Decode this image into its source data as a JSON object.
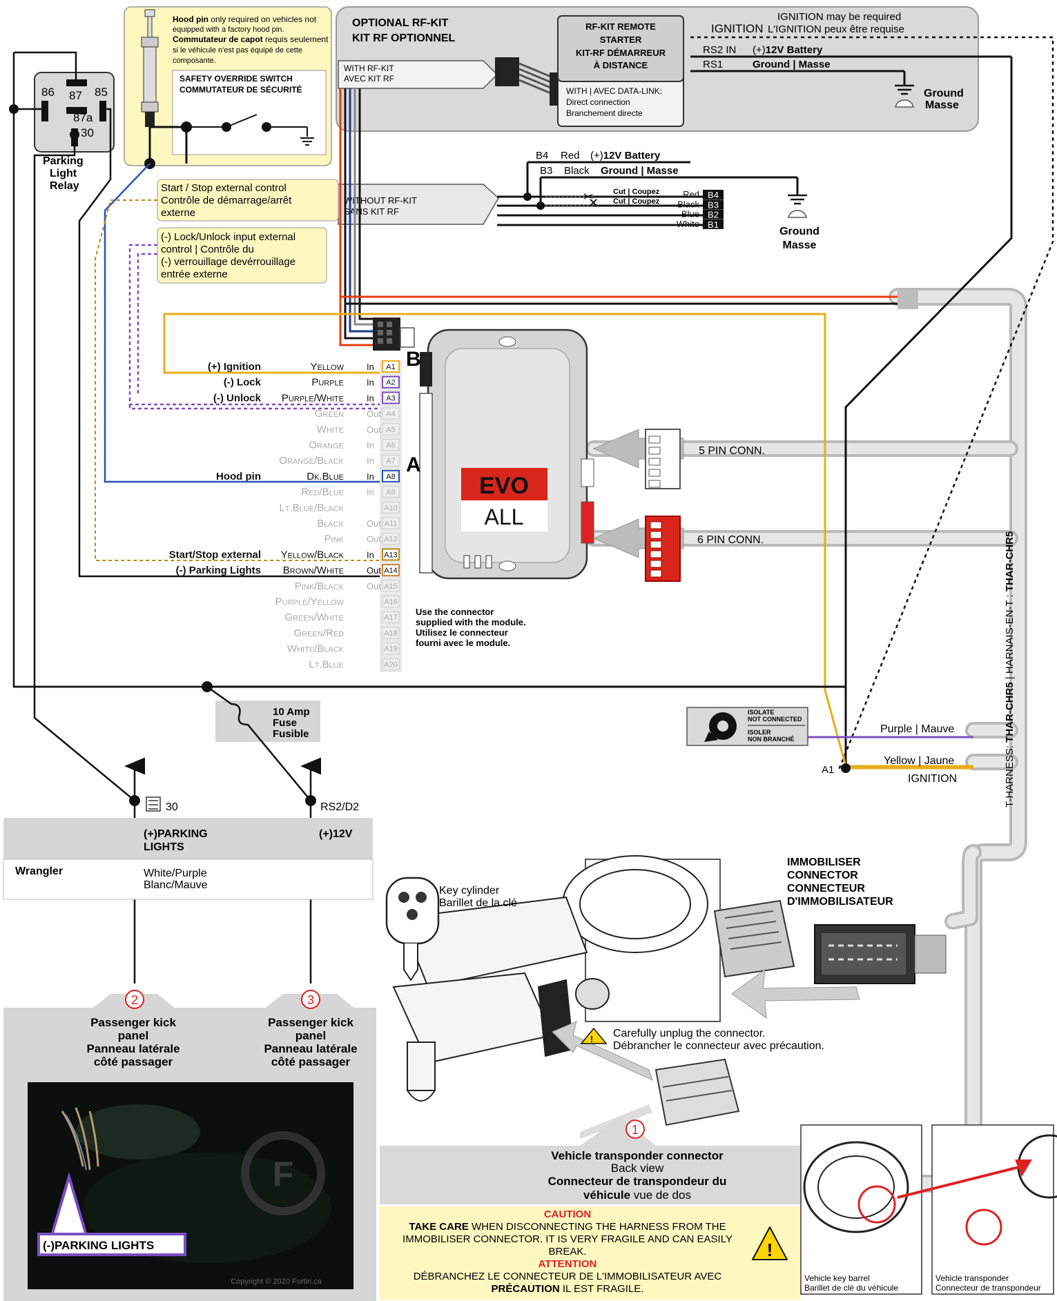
{
  "relay": {
    "pins": [
      "86",
      "87",
      "85",
      "87a",
      "30"
    ],
    "title_lines": [
      "Parking",
      "Light",
      "Relay"
    ]
  },
  "hood_pin_note": {
    "line1_bold": "Hood pin",
    "line1_rest": " only required on vehicles not",
    "line2": "equipped with a factory hood pin.",
    "line3_bold": "Commutateur de capot",
    "line3_rest": " requis seulement",
    "line4": "si le véhicule n'est pas équipé de cette",
    "line5": "composante."
  },
  "safety_switch": {
    "line1": "SAFETY OVERRIDE SWITCH",
    "line2": "COMMUTATEUR DE SÉCURITÉ"
  },
  "rf_kit": {
    "title1": "OPTIONAL RF-KIT",
    "title2": "KIT RF OPTIONNEL",
    "with_rf1": "WITH RF-KIT",
    "with_rf2": "AVEC KIT RF",
    "remote_starter": [
      "RF-KIT REMOTE",
      "STARTER",
      "KIT-RF DÉMARREUR",
      "À DISTANCE"
    ],
    "data_link": [
      "WITH | AVEC DATA-LINK:",
      "Direct connection",
      "Branchement directe"
    ],
    "ignition": "IGNITION",
    "ignition_note1": "IGNITION may be required",
    "ignition_note2": "L'IGNITION peux être requise",
    "rs2_in": "RS2 IN",
    "rs2_val_pre": "(+)",
    "rs2_val": "12V Battery",
    "rs1": "RS1",
    "rs1_val": "Ground | Masse",
    "ground1": "Ground",
    "ground2": "Masse"
  },
  "without_rf": {
    "label1": "WITHOUT RF-KIT",
    "label2": "SANS KIT RF",
    "b4": "B4",
    "b4_color": "Red",
    "b4_val_pre": "(+)",
    "b4_val": "12V Battery",
    "b3": "B3",
    "b3_color": "Black",
    "b3_val": "Ground | Masse",
    "cut": "Cut | Coupez",
    "pins": [
      {
        "color": "Red",
        "id": "B4"
      },
      {
        "color": "Black",
        "id": "B3"
      },
      {
        "color": "Blue",
        "id": "B2"
      },
      {
        "color": "White",
        "id": "B1"
      }
    ],
    "ground1": "Ground",
    "ground2": "Masse"
  },
  "callouts": {
    "start_stop": [
      "Start / Stop external control",
      "Contrôle de démarrage/arrêt",
      "externe"
    ],
    "lock_unlock": [
      "(-)  Lock/Unlock input external",
      "control | Contrôle du",
      "(-) verrouillage devérrouillage",
      "entrée externe"
    ]
  },
  "wires": [
    {
      "fn": "(+) Ignition",
      "color": "Yellow",
      "dir": "In",
      "pin": "A1",
      "active": true
    },
    {
      "fn": "(-) Lock",
      "color": "Purple",
      "dir": "In",
      "pin": "A2",
      "active": true
    },
    {
      "fn": "(-) Unlock",
      "color": "Purple/White",
      "dir": "In",
      "pin": "A3",
      "active": true
    },
    {
      "fn": "",
      "color": "Green",
      "dir": "Out",
      "pin": "A4",
      "active": false
    },
    {
      "fn": "",
      "color": "White",
      "dir": "Out",
      "pin": "A5",
      "active": false
    },
    {
      "fn": "",
      "color": "Orange",
      "dir": "In",
      "pin": "A6",
      "active": false
    },
    {
      "fn": "",
      "color": "Orange/Black",
      "dir": "In",
      "pin": "A7",
      "active": false
    },
    {
      "fn": "Hood pin",
      "color": "Dk.Blue",
      "dir": "In",
      "pin": "A8",
      "active": true
    },
    {
      "fn": "",
      "color": "Red/Blue",
      "dir": "In",
      "pin": "A9",
      "active": false
    },
    {
      "fn": "",
      "color": "Lt.Blue/Black",
      "dir": "",
      "pin": "A10",
      "active": false
    },
    {
      "fn": "",
      "color": "Black",
      "dir": "Out",
      "pin": "A11",
      "active": false
    },
    {
      "fn": "",
      "color": "Pink",
      "dir": "Out",
      "pin": "A12",
      "active": false
    },
    {
      "fn": "Start/Stop external",
      "color": "Yellow/Black",
      "dir": "In",
      "pin": "A13",
      "active": true
    },
    {
      "fn": "(-) Parking Lights",
      "color": "Brown/White",
      "dir": "Out",
      "pin": "A14",
      "active": true
    },
    {
      "fn": "",
      "color": "Pink/Black",
      "dir": "Out",
      "pin": "A15",
      "active": false
    },
    {
      "fn": "",
      "color": "Purple/Yellow",
      "dir": "",
      "pin": "A16",
      "active": false
    },
    {
      "fn": "",
      "color": "Green/White",
      "dir": "",
      "pin": "A17",
      "active": false
    },
    {
      "fn": "",
      "color": "Green/Red",
      "dir": "",
      "pin": "A18",
      "active": false
    },
    {
      "fn": "",
      "color": "White/Black",
      "dir": "",
      "pin": "A19",
      "active": false
    },
    {
      "fn": "",
      "color": "Lt.Blue",
      "dir": "",
      "pin": "A20",
      "active": false
    }
  ],
  "module": {
    "connector_a": "A",
    "connector_b": "B",
    "brand_top": "EVO",
    "brand_bottom": "ALL",
    "note": [
      "Use the connector",
      "supplied with the module.",
      "Utilisez le connecteur",
      "fourni avec le module."
    ]
  },
  "connectors": {
    "five_pin": "5 PIN CONN.",
    "six_pin": "6 PIN CONN."
  },
  "fuse": [
    "10 Amp",
    "Fuse",
    "Fusible"
  ],
  "isolate": [
    "ISOLATE",
    "NOT CONNECTED",
    "ISOLER",
    "NON BRANCHÉ"
  ],
  "harness": {
    "purple": "Purple | Mauve",
    "yellow": "Yellow | Jaune",
    "ignition": "IGNITION",
    "a1": "A1",
    "vertical_pre": "T-HARNESS: ",
    "vertical_bold1": "THAR-CHR5",
    "vertical_mid": " | HARNAIS-EN-T : ",
    "vertical_bold2": "THAR-CHR5"
  },
  "vehicle_table": {
    "pin30": "30",
    "rs2": "RS2/D2",
    "col1_header": [
      "(+)PARKING",
      "LIGHTS"
    ],
    "col2_header": "(+)12V",
    "row_vehicle": "Wrangler",
    "row_value": [
      "White/Purple",
      "Blanc/Mauve"
    ]
  },
  "kick_panel": {
    "num2": "2",
    "num3": "3",
    "label_left": [
      "Passenger kick",
      "panel",
      "Panneau latérale",
      "côté passager"
    ],
    "label_right": [
      "Passenger kick",
      "panel",
      "Panneau latérale",
      "côté passager"
    ],
    "photo_tag": "(-)PARKING LIGHTS",
    "watermark": "Copyright © 2020 Fortin.ca"
  },
  "immobiliser": {
    "title": [
      "IMMOBILISER",
      "CONNECTOR",
      "CONNECTEUR",
      "D'IMMOBILISATEUR"
    ],
    "key_cyl": [
      "Key cylinder",
      "Barillet de la clé"
    ],
    "unplug": [
      "Carefully unplug the connector.",
      "Débrancher le connecteur avec précaution."
    ],
    "num1": "1",
    "transponder_bold1": "Vehicle transponder connector",
    "transponder_plain1": "Back view",
    "transponder_bold2": "Connecteur de transpondeur du",
    "transponder_bold3": "véhicule",
    "transponder_plain3": " vue de dos"
  },
  "caution": {
    "title": "CAUTION",
    "line1_bold": "TAKE CARE",
    "line1_rest": " WHEN DISCONNECTING THE HARNESS FROM THE",
    "line2": "IMMOBILISER CONNECTOR. IT IS VERY FRAGILE AND CAN EASILY",
    "line3": "BREAK.",
    "title_fr": "ATTENTION",
    "line4": "DÉBRANCHEZ LE CONNECTEUR DE L'IMMOBILISATEUR AVEC",
    "line5_bold": "PRÉCAUTION",
    "line5_rest": " IL EST FRAGILE."
  },
  "bottom_photos": {
    "left": [
      "Vehicle key barrel",
      "Barillet de clé du véhicule"
    ],
    "right": [
      "Vehicle transponder",
      "Connecteur de transpondeur"
    ]
  }
}
